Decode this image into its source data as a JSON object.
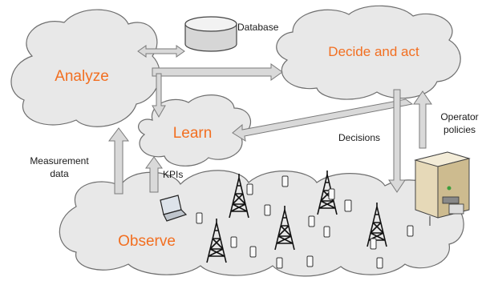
{
  "nodes": {
    "analyze": "Analyze",
    "decide": "Decide and act",
    "learn": "Learn",
    "observe": "Observe",
    "database": "Database"
  },
  "edge_labels": {
    "measurement_1": "Measurement",
    "measurement_2": "data",
    "kpis": "KPIs",
    "decisions": "Decisions",
    "operator_1": "Operator",
    "operator_2": "policies"
  },
  "colors": {
    "node_text": "#f26f21",
    "cloud_fill": "#e8e8e8",
    "arrow_fill": "#d9d9d9"
  },
  "icons": [
    "database-icon",
    "server-icon",
    "laptop-icon",
    "tower-icon",
    "phone-icon"
  ]
}
